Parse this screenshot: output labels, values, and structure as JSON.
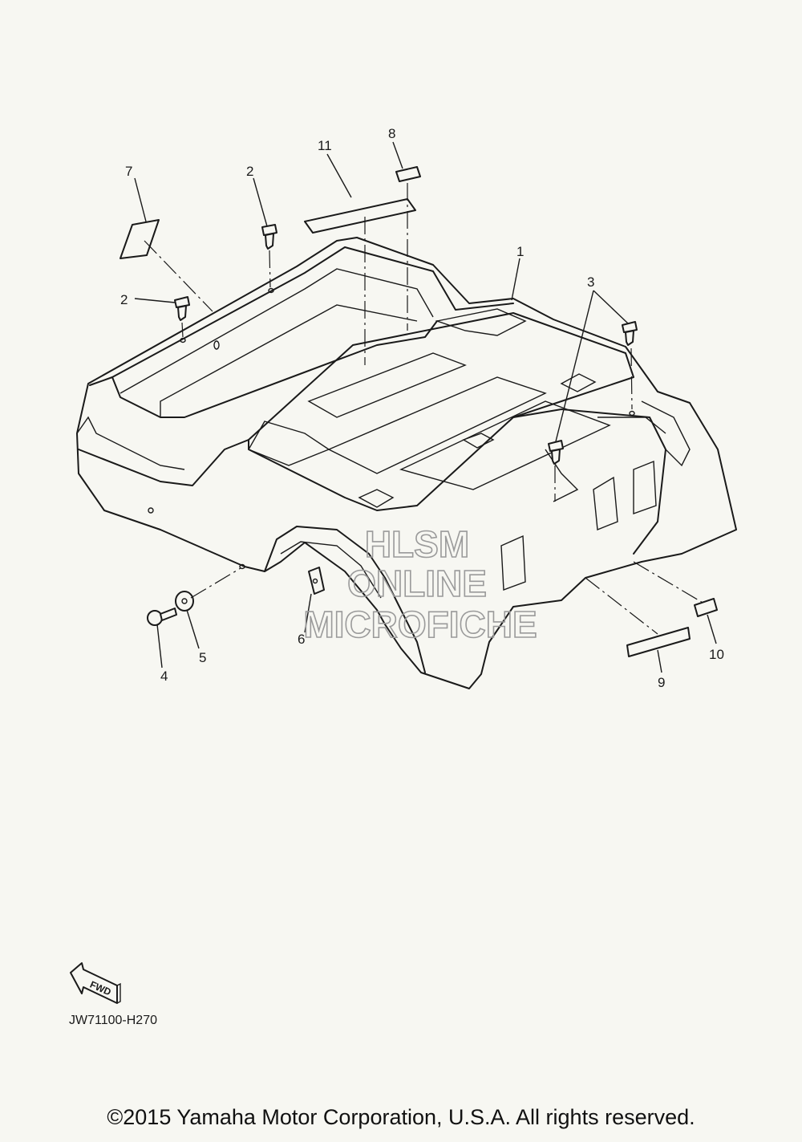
{
  "diagram": {
    "callouts": [
      "1",
      "2",
      "2",
      "3",
      "4",
      "5",
      "6",
      "7",
      "8",
      "9",
      "10",
      "11"
    ],
    "watermark": [
      "HLSM",
      "ONLINE",
      "MICROFICHE"
    ],
    "fwd_label": "FWD",
    "diagram_code": "JW71100-H270"
  },
  "footer": {
    "copyright": "©2015 Yamaha Motor Corporation, U.S.A. All rights reserved."
  }
}
